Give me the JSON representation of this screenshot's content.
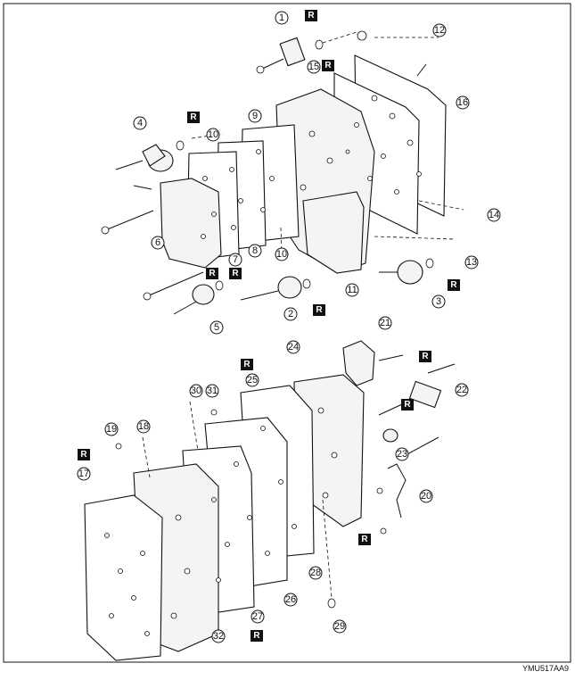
{
  "callouts": [
    "1",
    "2",
    "3",
    "4",
    "5",
    "6",
    "7",
    "8",
    "9",
    "10",
    "11",
    "12",
    "13",
    "14",
    "15",
    "16",
    "17",
    "18",
    "19",
    "20",
    "21",
    "22",
    "23",
    "24",
    "25",
    "26",
    "27",
    "28",
    "29",
    "30",
    "31",
    "32"
  ],
  "replace_mark": "R",
  "figure_code": "YMU517AA9"
}
